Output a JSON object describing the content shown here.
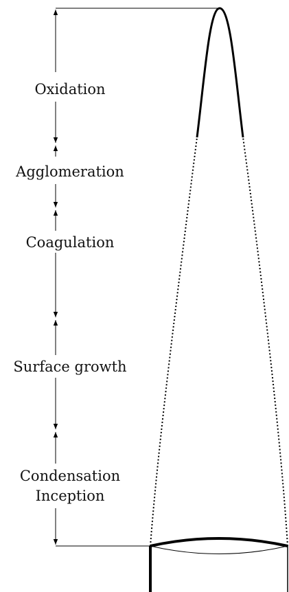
{
  "stages": [
    {
      "id": "oxidation",
      "lines": [
        "Oxidation"
      ]
    },
    {
      "id": "agglomeration",
      "lines": [
        "Agglomeration"
      ]
    },
    {
      "id": "coagulation",
      "lines": [
        "Coagulation"
      ]
    },
    {
      "id": "surface-growth",
      "lines": [
        "Surface growth"
      ]
    },
    {
      "id": "condensation-inception",
      "lines": [
        "Condensation",
        "Inception"
      ]
    }
  ],
  "colors": {
    "line": "#000000",
    "text": "#111111",
    "background": "#ffffff"
  }
}
